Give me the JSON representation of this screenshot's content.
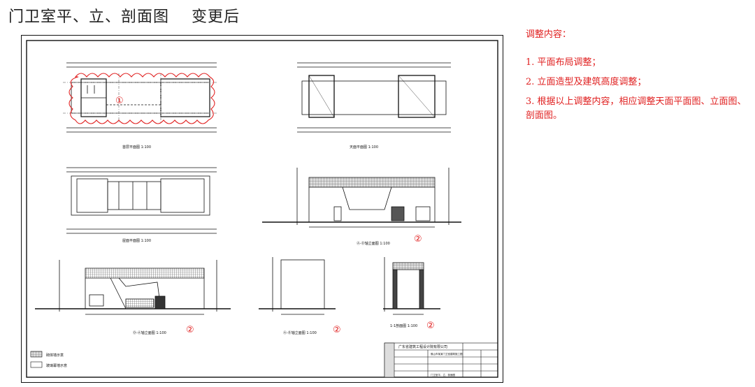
{
  "page": {
    "title": "门卫室平、立、剖面图    变更后"
  },
  "notes": {
    "heading": "调整内容：",
    "items": [
      "1. 平面布局调整；",
      "2. 立面造型及建筑高度调整；",
      "3. 根据以上调整内容，相应调整天面平面图、立面图、剖面图。"
    ]
  },
  "drawing": {
    "markers": [
      "①",
      "②",
      "②",
      "②",
      "②"
    ],
    "titles": {
      "plan_ground": "首层平面图 1:100",
      "plan_roof": "天面平面图 1:100",
      "plan_roof2": "屋面平面图 1:100",
      "elev_1": "Ⓐ-Ⓓ轴立面图 1:100",
      "elev_2": "Ⓓ-Ⓐ轴立面图 1:100",
      "elev_side": "Ⓐ-Ⓑ轴立面图 1:100",
      "section": "1-1剖面图 1:100"
    },
    "legend": [
      "砌体墙示意",
      "玻璃幕墙示意"
    ],
    "title_block": {
      "company": "广东省建筑工程设计院有限公司",
      "project": "佛山市某某门卫室建筑施工图",
      "sheet": "门卫室平、立、剖面图"
    }
  }
}
